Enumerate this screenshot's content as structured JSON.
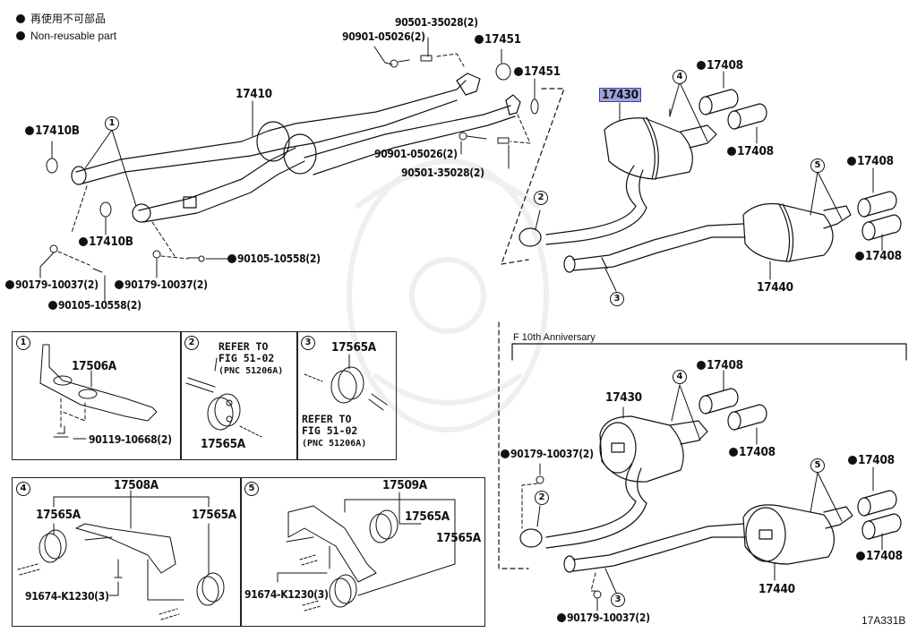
{
  "legend": {
    "line1": "再使用不可部品",
    "line2": "Non-reusable part"
  },
  "figure_code": "17A331B",
  "variant_label": "F 10th Anniversary",
  "highlight_color": "#9fa3e0",
  "callouts": {
    "c1": "1",
    "c2": "2",
    "c3": "3",
    "c4": "4",
    "c5": "5"
  },
  "main_parts": {
    "p17410": "17410",
    "p17410B_top": "17410B",
    "p17410B_bottom": "17410B",
    "p17451_a": "17451",
    "p17451_b": "17451",
    "p90501_top": "90501-35028(2)",
    "p90901_top": "90901-05026(2)",
    "p90901_bottom": "90901-05026(2)",
    "p90501_bottom": "90501-35028(2)",
    "p90179_left": "90179-10037(2)",
    "p90179_mid": "90179-10037(2)",
    "p90105_bottom": "90105-10558(2)",
    "p90105_right": "90105-10558(2)",
    "p17430": "17430",
    "p17440": "17440",
    "p17408_1": "17408",
    "p17408_2": "17408",
    "p17408_3": "17408",
    "p17408_4": "17408"
  },
  "anniversary_parts": {
    "p17430": "17430",
    "p17440": "17440",
    "p17408_1": "17408",
    "p17408_2": "17408",
    "p17408_3": "17408",
    "p17408_4": "17408",
    "p90179_top": "90179-10037(2)",
    "p90179_bottom": "90179-10037(2)"
  },
  "detail_boxes": {
    "box1": {
      "num": "1",
      "bracket": "17506A",
      "bolt": "90119-10668(2)"
    },
    "box2": {
      "num": "2",
      "refer_line1": "REFER TO",
      "refer_line2": "FIG 51-02",
      "refer_line3": "(PNC 51206A)",
      "hanger": "17565A"
    },
    "box3": {
      "num": "3",
      "hanger": "17565A",
      "refer_line1": "REFER TO",
      "refer_line2": "FIG 51-02",
      "refer_line3": "(PNC 51206A)"
    },
    "box4": {
      "num": "4",
      "bracket": "17508A",
      "hanger_left": "17565A",
      "hanger_right": "17565A",
      "bolt": "91674-K1230(3)"
    },
    "box5": {
      "num": "5",
      "bracket": "17509A",
      "hanger_a": "17565A",
      "hanger_b": "17565A",
      "bolt": "91674-K1230(3)"
    }
  }
}
